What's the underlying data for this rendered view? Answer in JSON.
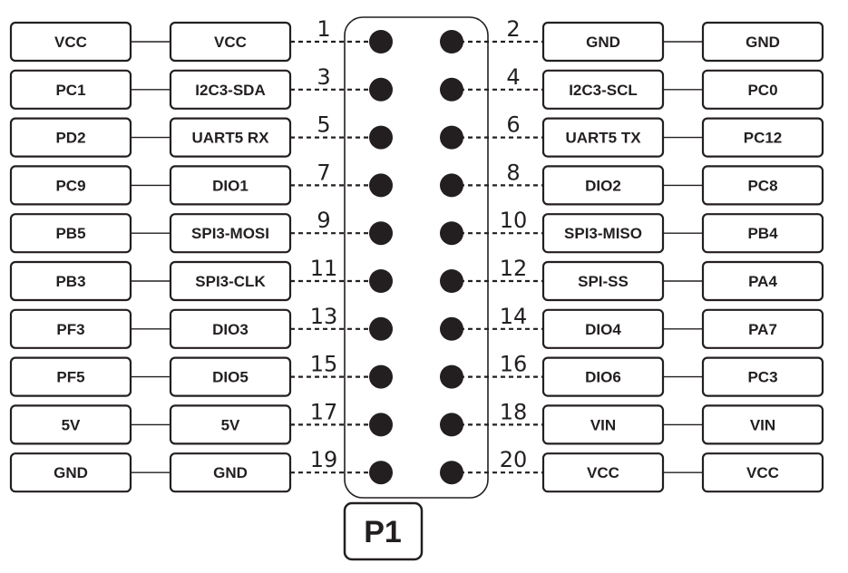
{
  "header": {
    "label": "P1",
    "rows": [
      {
        "left": {
          "pin": "1",
          "func": "VCC",
          "port": "VCC"
        },
        "right": {
          "pin": "2",
          "func": "GND",
          "port": "GND"
        }
      },
      {
        "left": {
          "pin": "3",
          "func": "I2C3-SDA",
          "port": "PC1"
        },
        "right": {
          "pin": "4",
          "func": "I2C3-SCL",
          "port": "PC0"
        }
      },
      {
        "left": {
          "pin": "5",
          "func": "UART5 RX",
          "port": "PD2"
        },
        "right": {
          "pin": "6",
          "func": "UART5 TX",
          "port": "PC12"
        }
      },
      {
        "left": {
          "pin": "7",
          "func": "DIO1",
          "port": "PC9"
        },
        "right": {
          "pin": "8",
          "func": "DIO2",
          "port": "PC8"
        }
      },
      {
        "left": {
          "pin": "9",
          "func": "SPI3-MOSI",
          "port": "PB5"
        },
        "right": {
          "pin": "10",
          "func": "SPI3-MISO",
          "port": "PB4"
        }
      },
      {
        "left": {
          "pin": "11",
          "func": "SPI3-CLK",
          "port": "PB3"
        },
        "right": {
          "pin": "12",
          "func": "SPI-SS",
          "port": "PA4"
        }
      },
      {
        "left": {
          "pin": "13",
          "func": "DIO3",
          "port": "PF3"
        },
        "right": {
          "pin": "14",
          "func": "DIO4",
          "port": "PA7"
        }
      },
      {
        "left": {
          "pin": "15",
          "func": "DIO5",
          "port": "PF5"
        },
        "right": {
          "pin": "16",
          "func": "DIO6",
          "port": "PC3"
        }
      },
      {
        "left": {
          "pin": "17",
          "func": "5V",
          "port": "5V"
        },
        "right": {
          "pin": "18",
          "func": "VIN",
          "port": "VIN"
        }
      },
      {
        "left": {
          "pin": "19",
          "func": "GND",
          "port": "GND"
        },
        "right": {
          "pin": "20",
          "func": "VCC",
          "port": "VCC"
        }
      }
    ]
  },
  "colors": {
    "ink": "#231f20",
    "background": "#ffffff"
  }
}
